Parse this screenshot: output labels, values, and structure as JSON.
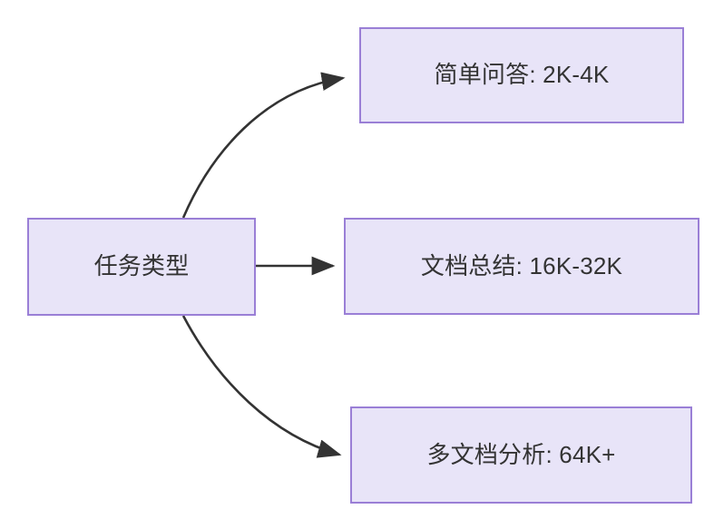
{
  "diagram": {
    "type": "flowchart",
    "direction": "left-to-right",
    "background_color": "#ffffff",
    "node_fill_color": "#e8e4f8",
    "node_border_color": "#9a7fd6",
    "node_text_color": "#333333",
    "edge_color": "#333333",
    "source": {
      "id": "task-type",
      "label": "任务类型"
    },
    "targets": [
      {
        "id": "simple-qa",
        "label": "简单问答: 2K-4K",
        "task": "简单问答",
        "range": "2K-4K"
      },
      {
        "id": "doc-summary",
        "label": "文档总结: 16K-32K",
        "task": "文档总结",
        "range": "16K-32K"
      },
      {
        "id": "multi-doc",
        "label": "多文档分析: 64K+",
        "task": "多文档分析",
        "range": "64K+"
      }
    ],
    "edges": [
      {
        "from": "task-type",
        "to": "simple-qa",
        "style": "curved",
        "arrow": "triangle"
      },
      {
        "from": "task-type",
        "to": "doc-summary",
        "style": "straight",
        "arrow": "triangle"
      },
      {
        "from": "task-type",
        "to": "multi-doc",
        "style": "curved",
        "arrow": "triangle"
      }
    ]
  }
}
